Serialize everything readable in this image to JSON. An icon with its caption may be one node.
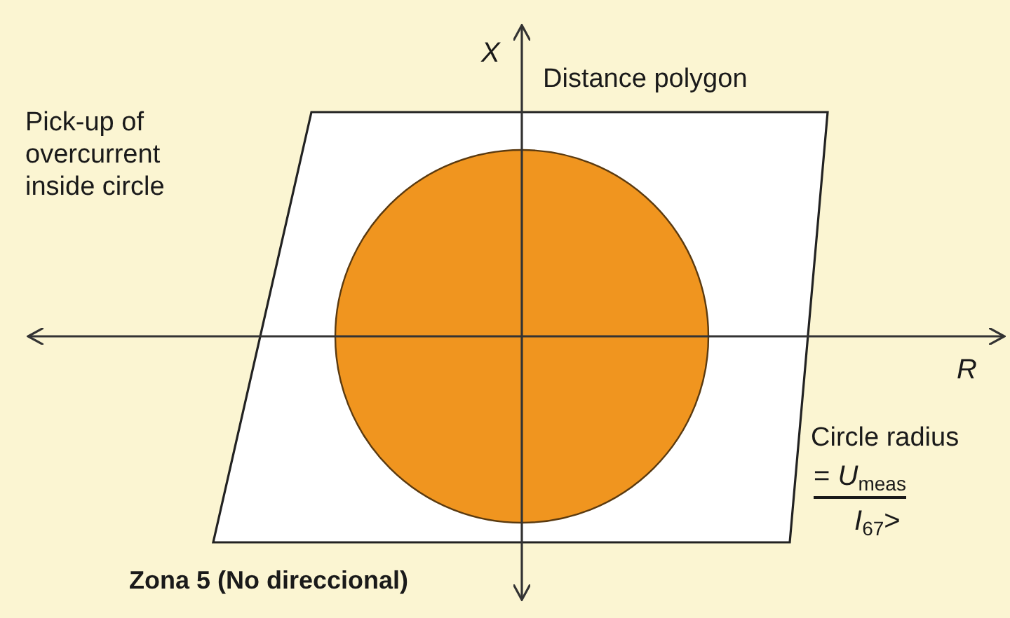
{
  "diagram": {
    "labels": [
      "X",
      "Distance polygon",
      "Pick-up of overcurrent inside circle",
      "R",
      "Circle radius",
      "= *U*$_{meas}$",
      "*I*$_{67}$>",
      "Zona 5 (No direccional)"
    ]
  }
}
